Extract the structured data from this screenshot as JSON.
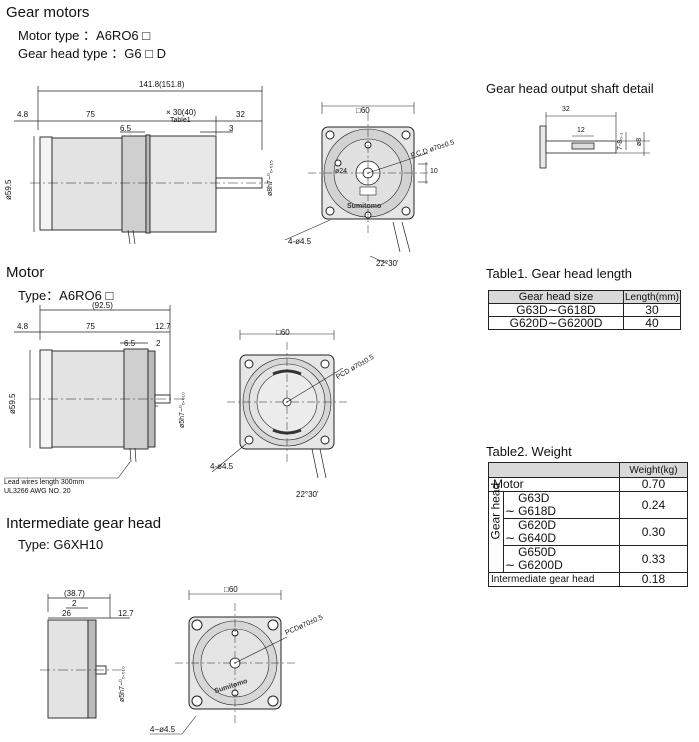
{
  "gear_motors": {
    "title": "Gear motors",
    "motor_type": "Motor type ：A6RO6 □",
    "gear_head_type": "Gear head type ：G6 □ D",
    "dims": {
      "total": "141.8(151.8)",
      "d1": "4.8",
      "d2": "75",
      "d3": "× 30(40)",
      "d3_note": "Table1",
      "d4": "32",
      "d5": "6.5",
      "d6": "3",
      "dia": "ø59.5",
      "shaft": "ø8h7−⁰₀.₀₁₅",
      "square": "□60",
      "pcd": "P.C.D ø70±0.5",
      "d24": "ø24",
      "d10": "10",
      "holes": "4-ø4.5",
      "angle": "22°30'",
      "brand": "Sumitomo"
    }
  },
  "shaft_detail": {
    "title": "Gear head output shaft detail",
    "d32": "32",
    "d12": "12",
    "key": "7-8₀.₁",
    "d8": "ø8"
  },
  "table1": {
    "title": "Table1.  Gear head length",
    "headers": [
      "Gear head size",
      "Length(mm)"
    ],
    "rows": [
      [
        "G63D∼G618D",
        "30"
      ],
      [
        "G620D∼G6200D",
        "40"
      ]
    ]
  },
  "motor": {
    "title": "Motor",
    "type": "Type：A6RO6 □",
    "dims": {
      "total": "(92.5)",
      "d1": "4.8",
      "d2": "75",
      "d3": "12.7",
      "d4": "6.5",
      "d5": "2",
      "dia": "ø59.5",
      "shaft": "ø5h7−⁰₀.₀₁₀",
      "square": "□60",
      "pcd": "PCD ø70±0.5",
      "holes": "4-ø4.5",
      "angle": "22°30'",
      "lead1": "Lead wires length 300mm",
      "lead2": "UL3266 AWG NO. 20"
    }
  },
  "table2": {
    "title": "Table2.  Weight",
    "header": "Weight(kg)",
    "motor_label": "Motor",
    "motor_value": "0.70",
    "group_label": "Gear head",
    "gear_rows": [
      {
        "from": "G63D",
        "to": "G618D",
        "value": "0.24"
      },
      {
        "from": "G620D",
        "to": "G640D",
        "value": "0.30"
      },
      {
        "from": "G650D",
        "to": "G6200D",
        "value": "0.33"
      }
    ],
    "tilde": "∼",
    "inter_label": "Intermediate gear head",
    "inter_value": "0.18"
  },
  "intermediate": {
    "title": "Intermediate gear head",
    "type": "Type:  G6XH10",
    "dims": {
      "total": "(38.7)",
      "d1": "26",
      "d2": "12.7",
      "d3": "2",
      "shaft": "ø5h7−⁰₀.₀₁₀",
      "square": "□60",
      "pcd": "PCDø70±0.5",
      "holes": "4−ø4.5",
      "brand": "Sumitomo"
    }
  }
}
